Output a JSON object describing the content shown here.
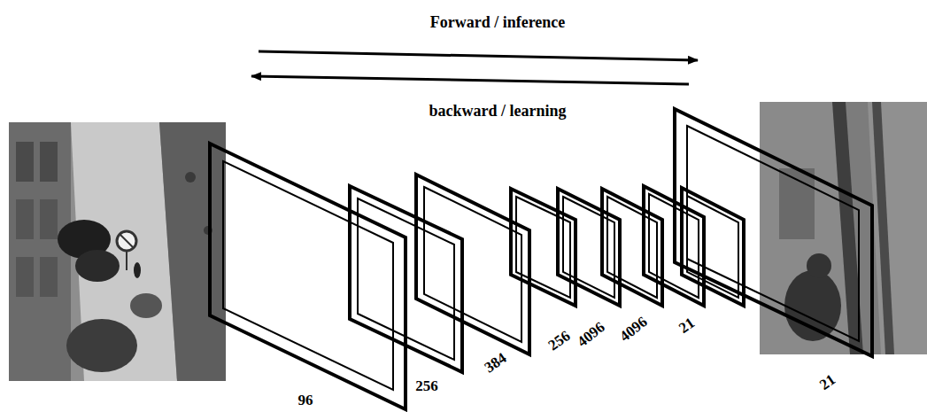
{
  "diagram": {
    "labels": [
      "Forward / inference",
      "backward / learning",
      "96",
      "256",
      "384",
      "256",
      "4096",
      "4096",
      "21",
      "21"
    ]
  }
}
